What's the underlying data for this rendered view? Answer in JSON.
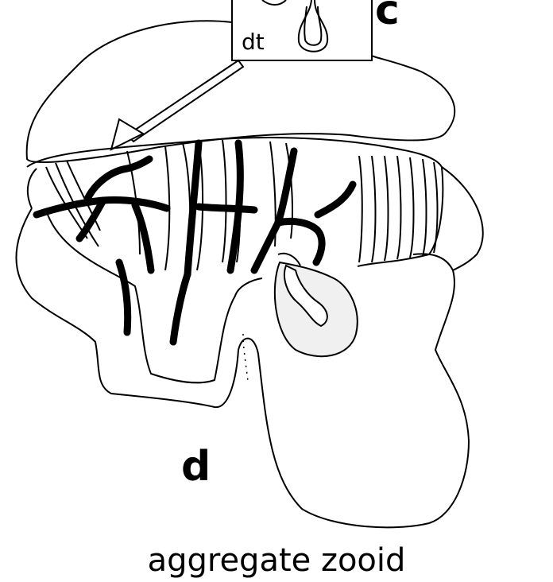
{
  "labels": {
    "inset_label": "dt",
    "panel_c": "c",
    "panel_d": "d"
  },
  "caption": "aggregate zooid"
}
